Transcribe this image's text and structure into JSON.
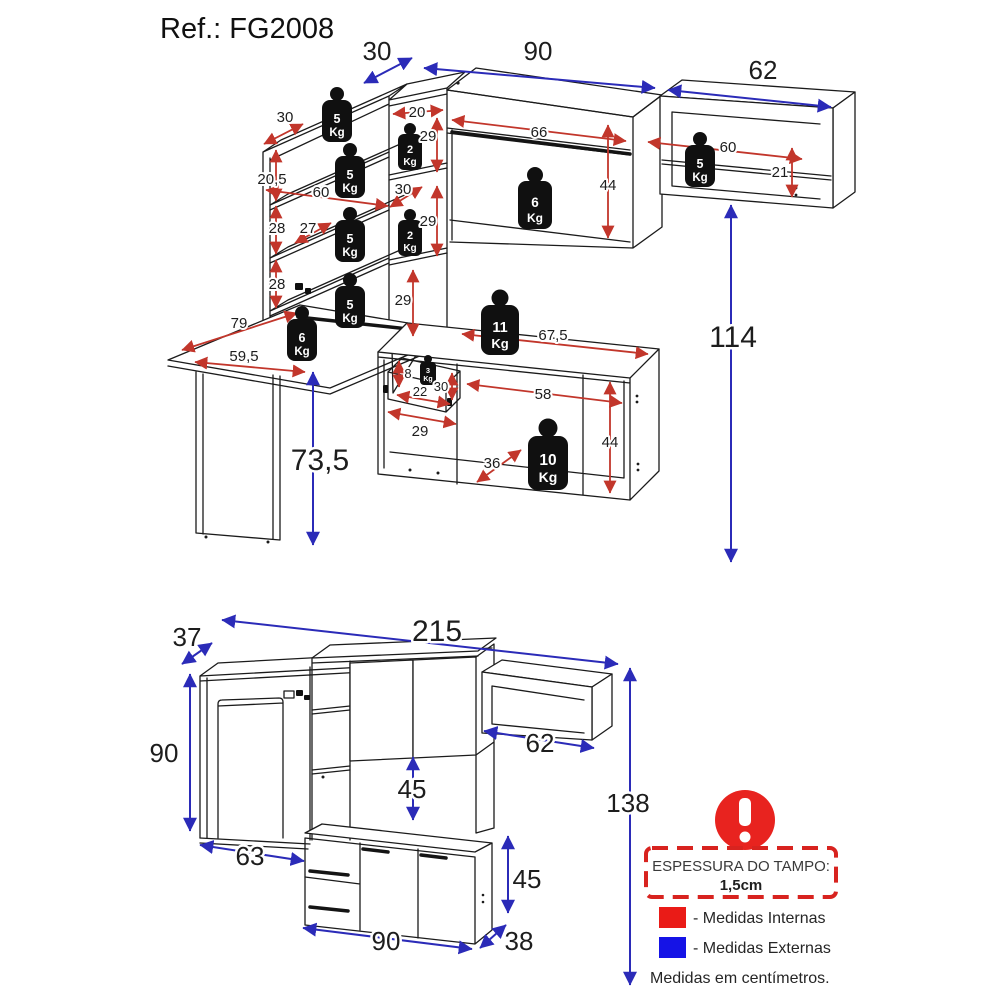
{
  "title": "Ref.: FG2008",
  "colors": {
    "internal_dim": "#c2362b",
    "external_dim": "#2b2bb8",
    "outline": "#1b1b1b",
    "legend_red": "#ea1b17",
    "legend_blue": "#1513e6",
    "warning_red": "#e8231f"
  },
  "top_view": {
    "external_dims": {
      "column_depth": "30",
      "mid_cabinet_width": "90",
      "right_cabinet_width": "62",
      "wall_height": "114",
      "table_height": "73,5"
    },
    "left_unit": {
      "depth": "30",
      "top_gap": "20,5",
      "width": "60",
      "gap_a": "28",
      "shelf_depth": "27",
      "gap_b": "28"
    },
    "table": {
      "length": "79",
      "width": "59,5"
    },
    "column": {
      "width": "20",
      "gap_a": "29",
      "depth": "30",
      "gap_b": "29",
      "gap_c": "29"
    },
    "mid_cabinet": {
      "inner_width": "66",
      "inner_height": "44"
    },
    "right_cabinet": {
      "inner_width": "60",
      "inner_height": "21"
    },
    "base_cabinet": {
      "top_width": "67,5",
      "drawer_height": "8",
      "drawer_width": "22",
      "drawer_depth": "30",
      "left_width": "29",
      "inner_width": "58",
      "inner_height": "44",
      "depth": "36"
    }
  },
  "bottom_view": {
    "total_width": "215",
    "left_depth": "37",
    "left_height": "90",
    "left_width": "63",
    "middle_gap": "45",
    "shelf_width": "62",
    "total_height": "138",
    "base_height": "45",
    "base_width": "90",
    "base_depth": "38"
  },
  "weights": {
    "shelf1": {
      "value": "5",
      "unit": "Kg"
    },
    "shelf2": {
      "value": "5",
      "unit": "Kg"
    },
    "shelf3": {
      "value": "5",
      "unit": "Kg"
    },
    "shelf4": {
      "value": "5",
      "unit": "Kg"
    },
    "table": {
      "value": "6",
      "unit": "Kg"
    },
    "column_a": {
      "value": "2",
      "unit": "Kg"
    },
    "column_b": {
      "value": "2",
      "unit": "Kg"
    },
    "mid_cabinet": {
      "value": "6",
      "unit": "Kg"
    },
    "right_cabinet": {
      "value": "5",
      "unit": "Kg"
    },
    "base_top": {
      "value": "11",
      "unit": "Kg"
    },
    "drawer": {
      "value": "3",
      "unit": "Kg"
    },
    "base": {
      "value": "10",
      "unit": "Kg"
    }
  },
  "legend": {
    "thickness_title": "ESPESSURA DO TAMPO:",
    "thickness_value": "1,5cm",
    "internal_label": "- Medidas Internas",
    "external_label": "- Medidas Externas",
    "units_note": "Medidas em centímetros."
  }
}
